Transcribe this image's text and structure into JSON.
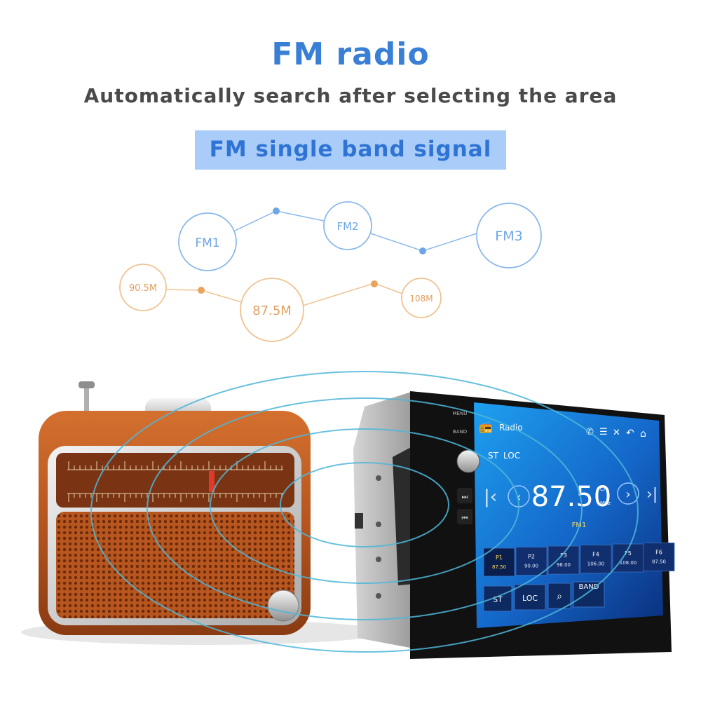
{
  "header": {
    "title": "FM radio",
    "subtitle": "Automatically search after selecting the area",
    "banner": "FM single band signal"
  },
  "bands": {
    "labels": [
      "FM1",
      "FM2",
      "FM3"
    ],
    "color": "#6ea5e6"
  },
  "frequencies": {
    "labels": [
      "90.5M",
      "87.5M",
      "108M"
    ],
    "color": "#e9b277"
  },
  "stereo": {
    "screen_title": "Radio",
    "mode_labels": [
      "ST",
      "LOC"
    ],
    "frequency": "87.50",
    "unit_top": "CH",
    "unit_bottom": "MHz",
    "band": "FM1",
    "presets": [
      {
        "label": "P1",
        "value": "87.50"
      },
      {
        "label": "P2",
        "value": "90.00"
      },
      {
        "label": "F3",
        "value": "98.00"
      },
      {
        "label": "F4",
        "value": "106.00"
      },
      {
        "label": "F5",
        "value": "108.00"
      },
      {
        "label": "F6",
        "value": "87.50"
      }
    ],
    "bottom_buttons": [
      "ST",
      "LOC",
      "BAND"
    ],
    "side_labels": [
      "MENU",
      "BAND"
    ],
    "icons": [
      "radio-icon",
      "phone-icon",
      "equalizer-icon",
      "mute-icon",
      "back-icon",
      "home-icon",
      "search-icon",
      "prev-icon",
      "next-icon",
      "skip-back-icon",
      "skip-forward-icon"
    ],
    "accent": "#1f74d6"
  },
  "retro_radio": {
    "body_color": "#b5551f",
    "frame_color": "#d9d9d9"
  }
}
